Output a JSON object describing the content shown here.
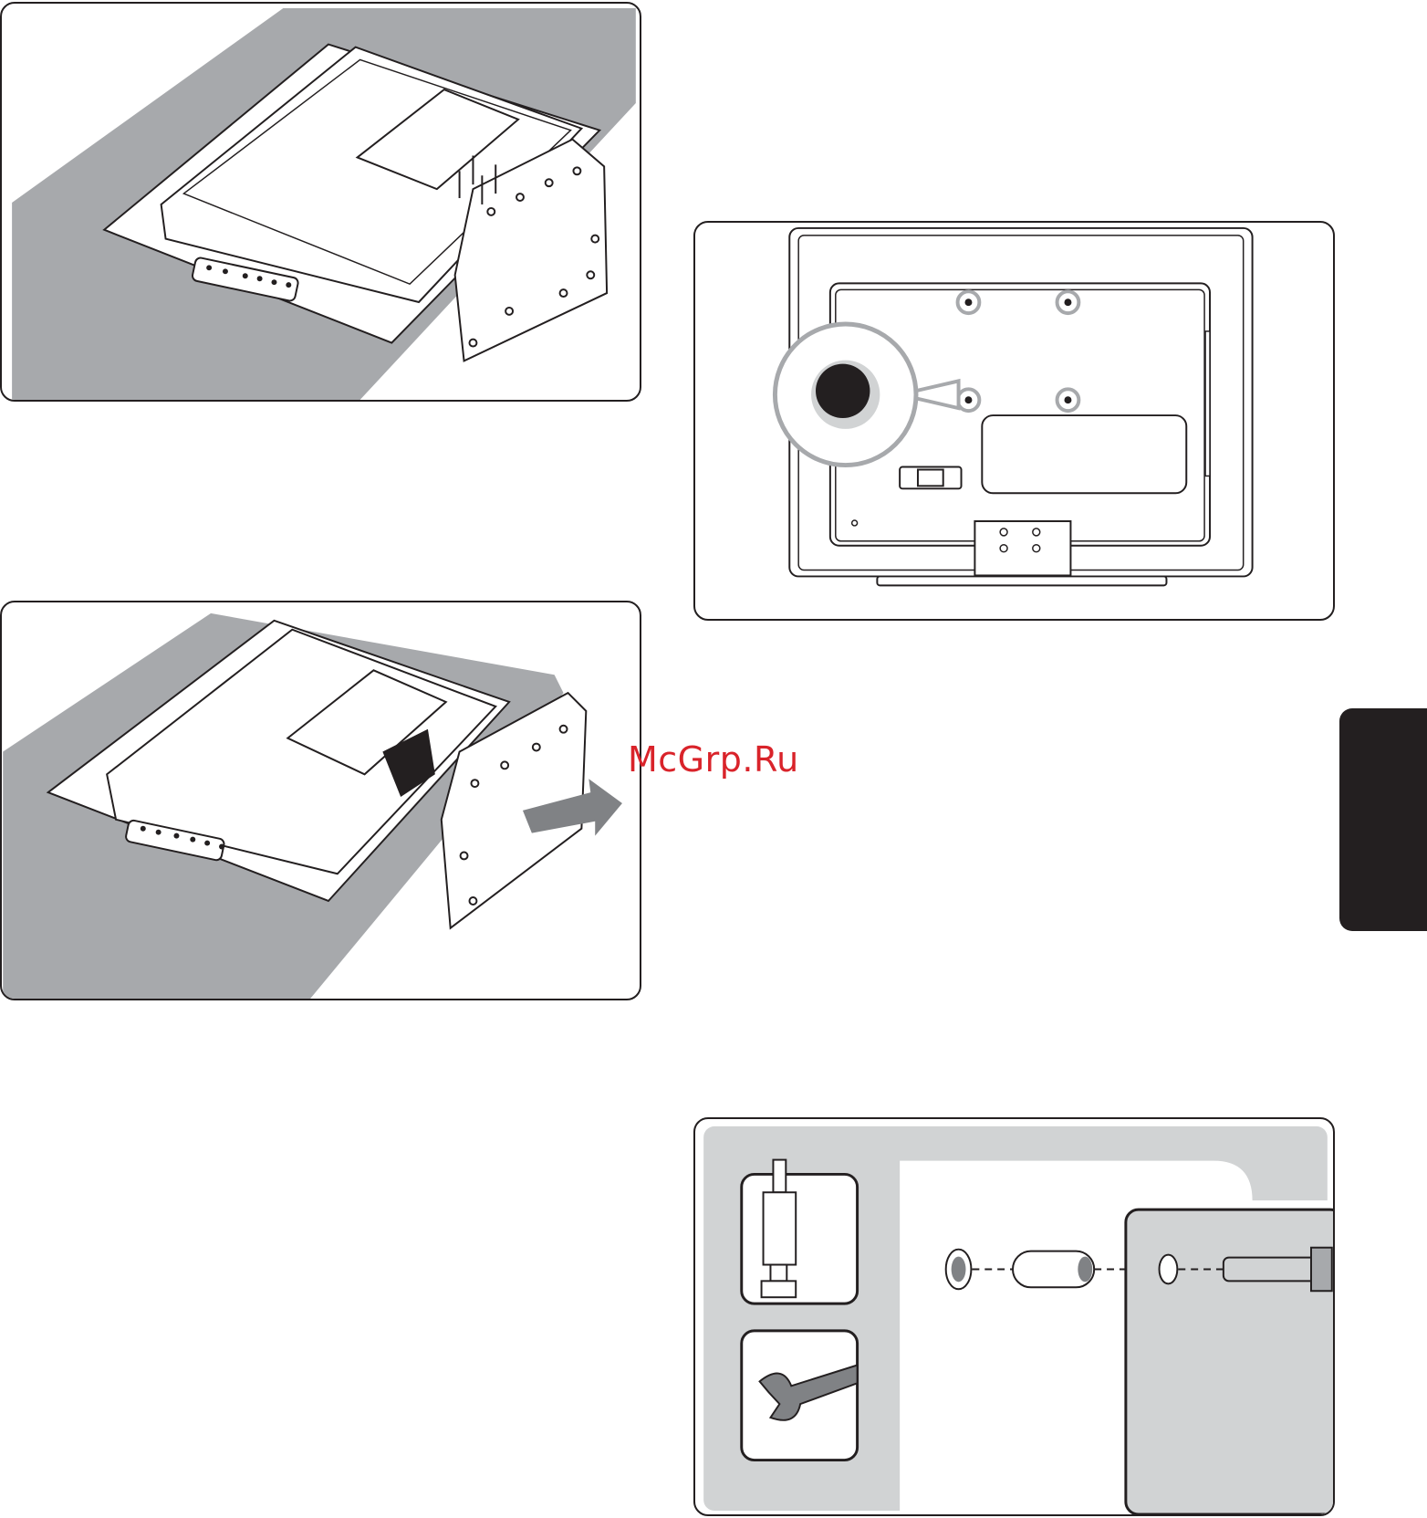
{
  "watermark": {
    "text": "McGrp.Ru",
    "color": "#d9232a"
  },
  "side_tab": {
    "color": "#231f20"
  },
  "panels": [
    {
      "id": "stand-screws",
      "icon": "tv-stand-screws-illustration"
    },
    {
      "id": "stand-remove",
      "icon": "tv-stand-removal-illustration"
    },
    {
      "id": "tv-back",
      "icon": "tv-back-mounting-holes-illustration"
    },
    {
      "id": "wall-mount",
      "icon": "wall-mount-bolt-assembly-illustration"
    }
  ],
  "colors": {
    "line": "#231f20",
    "table_gray": "#a7a9ac",
    "panel_gray": "#d1d3d4",
    "arrow_gray": "#808285"
  }
}
